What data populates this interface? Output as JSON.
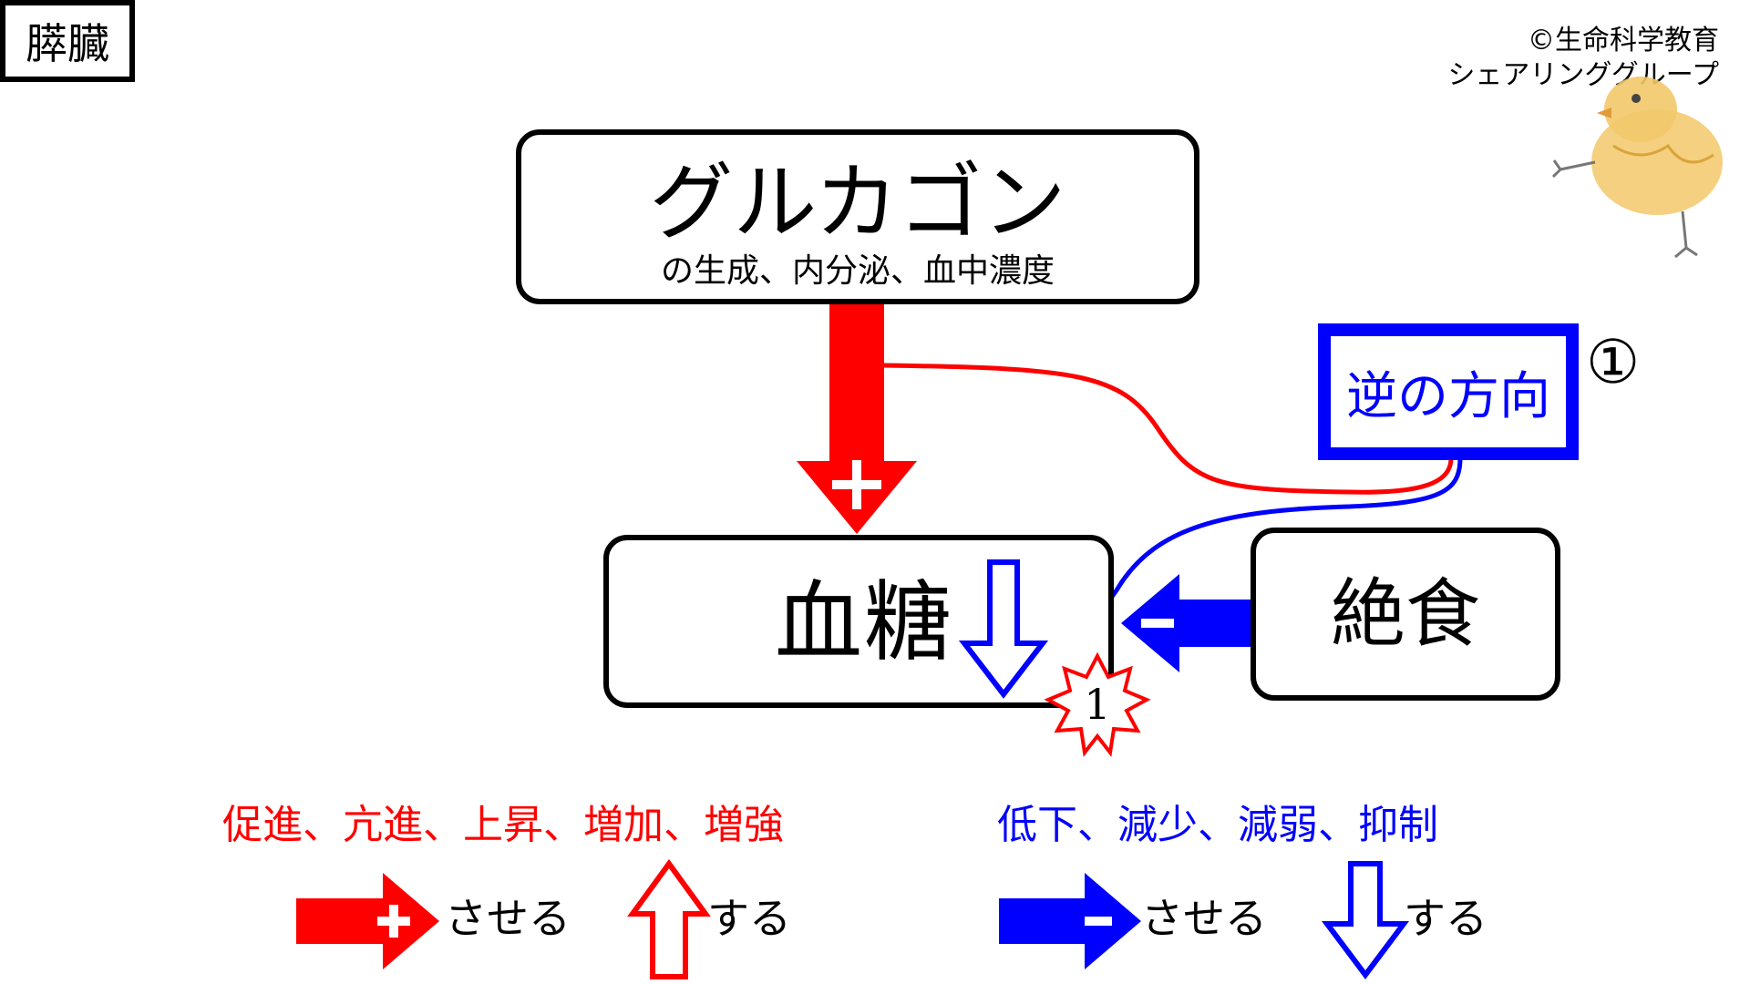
{
  "copyright": {
    "line1": "©生命科学教育",
    "line2": "シェアリンググループ"
  },
  "diagram": {
    "organ": "膵臓",
    "hormone": {
      "name": "グルカゴン",
      "detail": "の生成、内分泌、血中濃度"
    },
    "target": "血糖",
    "stimulus": "絶食",
    "reverse": {
      "label": "逆の方向",
      "number": "①"
    },
    "event_badge": "1"
  },
  "legend": {
    "increase_words": "促進、亢進、上昇、増加、増強",
    "decrease_words": "低下、減少、減弱、抑制",
    "cause_suffix": "させる",
    "self_suffix": "する"
  },
  "colors": {
    "increase": "#ff0000",
    "decrease": "#0000ff"
  },
  "icons": {
    "increase_arrow": "plus-arrow-icon",
    "decrease_arrow": "minus-arrow-icon",
    "up_outline": "up-arrow-outline-icon",
    "down_outline": "down-arrow-outline-icon",
    "badge": "starburst-icon",
    "mascot": "chick-illustration"
  }
}
